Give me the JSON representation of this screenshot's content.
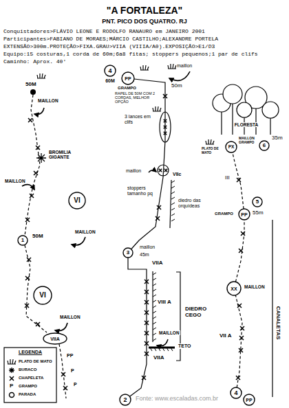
{
  "diagram": {
    "title": "\"A FORTALEZA\"",
    "nodes": [
      {
        "text": [
          "VI"
        ]
      },
      {
        "text": [
          "1"
        ]
      },
      {
        "text": [
          "VI"
        ]
      },
      {
        "text": [
          "VIIA"
        ]
      },
      {
        "text": [
          "4"
        ]
      },
      {
        "text": [
          "PP"
        ]
      },
      {
        "text": [
          "3"
        ]
      },
      {
        "text": [
          "2"
        ]
      },
      {
        "text": [
          "PX"
        ]
      },
      {
        "text": [
          "6"
        ]
      },
      {
        "text": [
          "5"
        ]
      },
      {
        "text": [
          "PP"
        ]
      },
      {
        "text": [
          "XX"
        ]
      },
      {
        "text": [
          "4"
        ]
      },
      {
        "text": [
          "PP"
        ]
      }
    ],
    "edges": [
      {
        "from": 7,
        "to": 6,
        "arrow": "none"
      },
      {
        "from": 6,
        "to": 5,
        "arrow": "none"
      },
      {
        "from": 13,
        "to": 12,
        "arrow": "none"
      },
      {
        "from": 12,
        "to": 11,
        "arrow": "none"
      },
      {
        "from": 11,
        "to": 8,
        "arrow": "none"
      }
    ],
    "labels": [
      "PNT. PICO DOS QUATRO. RJ",
      "Conquistadores>FLÁVIO LEONE E RODOLFO RANAURO em JANEIRO 2001",
      "Participantes>FABIANO DE MORAES;MÁRCIO CASTILHO;ALEXANDRE PORTELA",
      "EXTENSÃO>300m.PROTEÇÃO>FIXA.GRAU>VIIA (VIIIA/A0).EXPOSIÇÃO>E1/D3",
      "Equipo:15 costuras,1 corda de 60m;6a8 fitas; stoppers pequenos;1 par de clifs",
      "Caminho: Aprox. 40'",
      "50M",
      "MAILLON",
      "BROMILIA GIGANTE",
      "MAILLON",
      "50M",
      "MAILLON",
      "MAILLON",
      "PP",
      "P",
      "P",
      "LEGENDA",
      "60M",
      "GRAMPO",
      "RAPEL DE 50M COM 2 CORDAS, MELHOR OPÇÃO",
      "50m",
      "maillon",
      "3 lances em clifs",
      "maillon",
      "VIIc",
      "stoppers tamanho pq",
      "diedro das orquídeas",
      "maillon",
      "45m",
      "VIIA",
      "VIII A",
      "DIEDRO CEGO",
      "MAILLON",
      "TETO",
      "VIIA",
      "FLORESTA",
      "MAILLON GRAMPO",
      "PLATO DE MATO",
      "35m",
      "III",
      "GRAMPO",
      "55m",
      "MAILLON",
      "CANALETAS",
      "VII A",
      "Fonte: www.escaladas.com.br",
      "P"
    ],
    "legend": [
      {
        "text": "PLATO DE MATO"
      },
      {
        "text": "BURACO"
      },
      {
        "text": "CHAPELETA"
      },
      {
        "text": "GRAMPO"
      },
      {
        "text": "PARADA"
      }
    ]
  }
}
